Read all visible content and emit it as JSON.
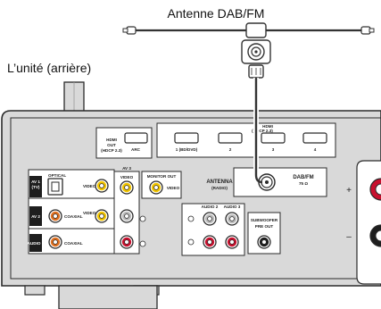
{
  "labels": {
    "antenna_title": "Antenne DAB/FM",
    "unit_title": "L’unité (arrière)"
  },
  "hdmi": {
    "hdmi_out_line1": "HDMI",
    "hdmi_out_line2": "OUT",
    "hdmi_out_line3": "(HDCP 2.3)",
    "arc": "ARC",
    "group_title_1": "HDMI",
    "group_title_2": "(HDCP 2.3)",
    "port1": "1 (BD/DVD)",
    "port2": "2",
    "port3": "3",
    "port4": "4"
  },
  "audio": {
    "av3": "AV 3",
    "av1_line1": "AV 1",
    "av1_line2": "(TV)",
    "av2": "AV 2",
    "audio1": "AUDIO 1",
    "optical": "OPTICAL",
    "video": "VIDEO",
    "coaxial": "COAXIAL",
    "monitor_out": "MONITOR OUT",
    "audio2": "AUDIO 2",
    "audio3": "AUDIO 3",
    "subwoofer_line1": "SUBWOOFER",
    "subwoofer_line2": "PRE OUT"
  },
  "antenna_port": {
    "antenna_line1": "ANTENNA",
    "antenna_line2": "(RADIO)",
    "dabfm_line1": "DAB/FM",
    "dabfm_line2": "75 Ω"
  },
  "speaker": {
    "plus": "+",
    "minus": "–"
  },
  "colors": {
    "panel_fill": "#d9d9d9",
    "panel_stroke": "#2a2a2a",
    "rca_red": "#c8102e",
    "rca_yellow": "#f2c500",
    "rca_orange": "#e07020",
    "cable": "#333333"
  }
}
